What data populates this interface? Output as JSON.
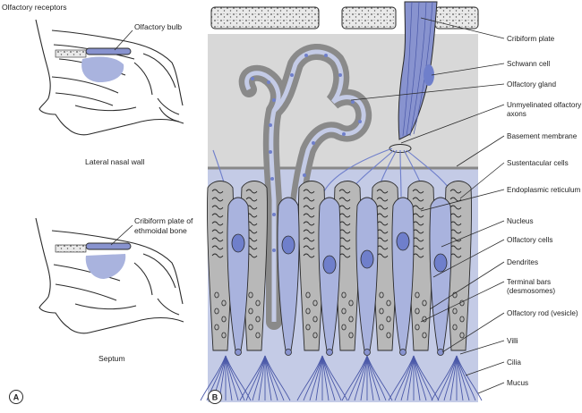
{
  "panel_a": {
    "title": "Olfactory receptors",
    "upper_callout": "Olfactory bulb",
    "upper_caption": "Lateral nasal wall",
    "lower_callout_line1": "Cribiform plate of",
    "lower_callout_line2": "ethmoidal bone",
    "lower_caption": "Septum",
    "badge": "A"
  },
  "panel_b": {
    "badge": "B",
    "labels": [
      {
        "id": "cribiform-plate",
        "lines": [
          "Cribiform plate"
        ]
      },
      {
        "id": "schwann-cell",
        "lines": [
          "Schwann cell"
        ]
      },
      {
        "id": "olfactory-gland",
        "lines": [
          "Olfactory gland"
        ]
      },
      {
        "id": "unmyelinated-axons",
        "lines": [
          "Unmyelinated olfactory",
          "axons"
        ]
      },
      {
        "id": "basement-membrane",
        "lines": [
          "Basement membrane"
        ]
      },
      {
        "id": "sustentacular-cells",
        "lines": [
          "Sustentacular cells"
        ]
      },
      {
        "id": "endoplasmic-reticulum",
        "lines": [
          "Endoplasmic reticulum"
        ]
      },
      {
        "id": "nucleus",
        "lines": [
          "Nucleus"
        ]
      },
      {
        "id": "olfactory-cells",
        "lines": [
          "Olfactory cells"
        ]
      },
      {
        "id": "dendrites",
        "lines": [
          "Dendrites"
        ]
      },
      {
        "id": "terminal-bars",
        "lines": [
          "Terminal bars",
          "(desmosomes)"
        ]
      },
      {
        "id": "olfactory-rod",
        "lines": [
          "Olfactory rod (vesicle)"
        ]
      },
      {
        "id": "villi",
        "lines": [
          "Villi"
        ]
      },
      {
        "id": "cilia",
        "lines": [
          "Cilia"
        ]
      },
      {
        "id": "mucus",
        "lines": [
          "Mucus"
        ]
      }
    ]
  },
  "colors": {
    "tissue_blue": "#c4cbe6",
    "cell_blue": "#a9b3de",
    "nucleus_blue": "#6f7fcb",
    "sust_gray": "#b8b8b8",
    "bone_fill": "#e9e9e9",
    "ink": "#2a2a2a"
  }
}
